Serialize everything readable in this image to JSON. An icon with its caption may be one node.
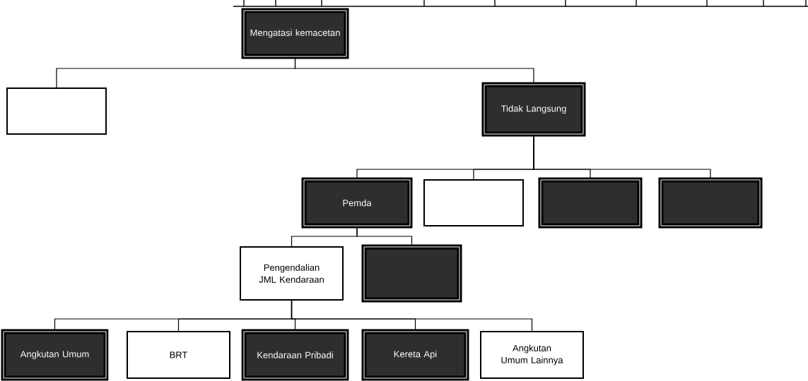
{
  "diagram": {
    "nodes": [
      {
        "text": [
          "Mengatasi kemacetan"
        ]
      },
      {
        "text": [],
        "shape": "box"
      },
      {
        "text": [
          "Tidak Langsung"
        ]
      },
      {
        "text": [
          "Pemda"
        ]
      },
      {
        "text": [],
        "shape": "box"
      },
      {
        "text": [],
        "shape": "box"
      },
      {
        "text": [],
        "shape": "box"
      },
      {
        "text": [
          "Pengendalian JML Kendaraan"
        ]
      },
      {
        "text": [],
        "shape": "box"
      },
      {
        "text": [
          "Angkutan Umum"
        ]
      },
      {
        "text": [
          "BRT"
        ]
      },
      {
        "text": [
          "Kendaraan Pribadi"
        ]
      },
      {
        "text": [
          "Kereta Api"
        ]
      },
      {
        "text": [
          "Angkutan Umum Lainnya"
        ]
      }
    ],
    "edges": [
      {
        "from": 0,
        "to": 1,
        "arrow": "none"
      },
      {
        "from": 0,
        "to": 2,
        "arrow": "none"
      },
      {
        "from": 2,
        "to": 3,
        "arrow": "none"
      },
      {
        "from": 2,
        "to": 4,
        "arrow": "none"
      },
      {
        "from": 2,
        "to": 5,
        "arrow": "none"
      },
      {
        "from": 2,
        "to": 6,
        "arrow": "none"
      },
      {
        "from": 3,
        "to": 7,
        "arrow": "none"
      },
      {
        "from": 3,
        "to": 8,
        "arrow": "none"
      },
      {
        "from": 7,
        "to": 9,
        "arrow": "none"
      },
      {
        "from": 7,
        "to": 10,
        "arrow": "none"
      },
      {
        "from": 7,
        "to": 11,
        "arrow": "none"
      },
      {
        "from": 7,
        "to": 12,
        "arrow": "none"
      },
      {
        "from": 7,
        "to": 13,
        "arrow": "none"
      }
    ]
  }
}
